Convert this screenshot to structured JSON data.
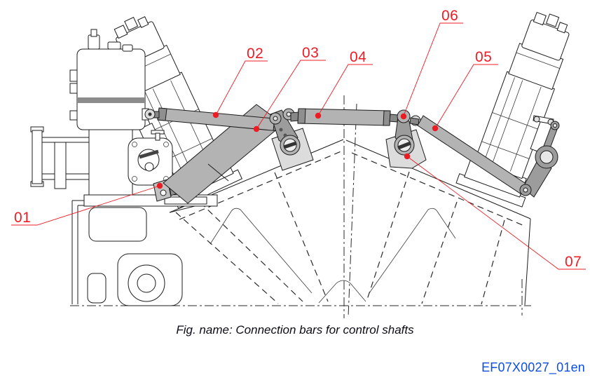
{
  "figure": {
    "caption": "Fig. name: Connection bars for control shafts",
    "doc_id": "EF07X0027_01en",
    "callouts": [
      {
        "label": "01"
      },
      {
        "label": "02"
      },
      {
        "label": "03"
      },
      {
        "label": "04"
      },
      {
        "label": "05"
      },
      {
        "label": "06"
      },
      {
        "label": "07"
      }
    ],
    "colors": {
      "callout_red": "#ec1c24",
      "doc_id_blue": "#0d4fdc",
      "linkage_gray": "#b3b3b3",
      "outline_black": "#1c1c1c"
    }
  }
}
